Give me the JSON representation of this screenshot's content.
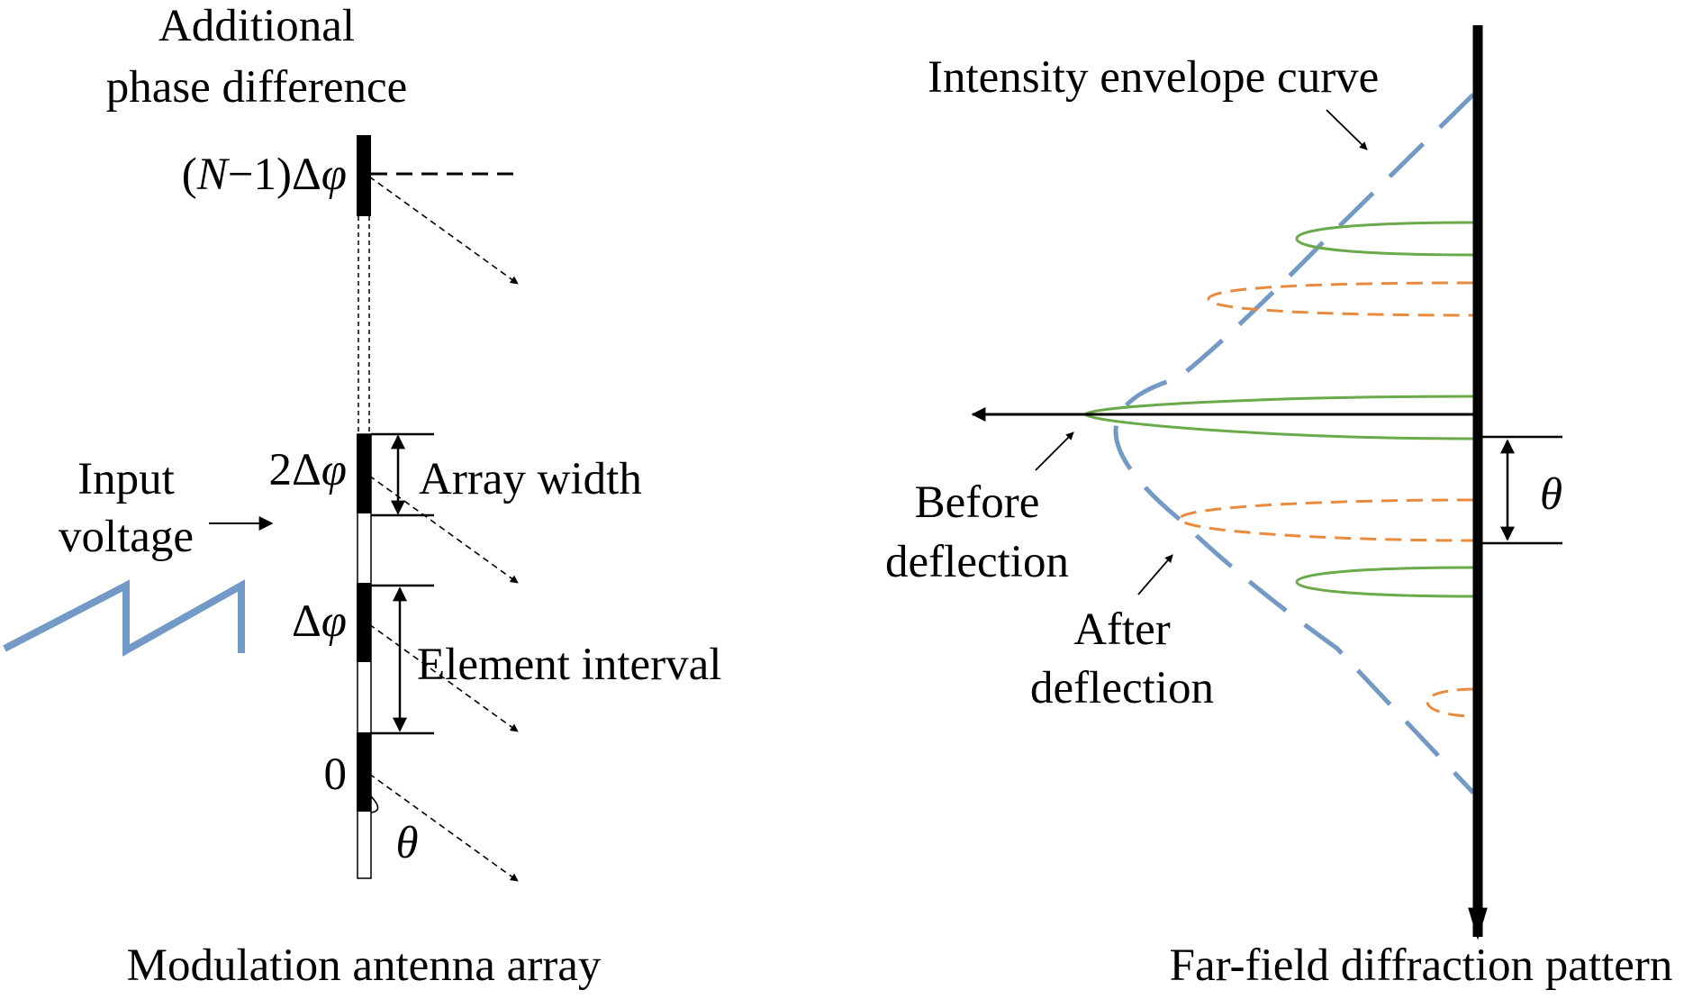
{
  "left_panel": {
    "phase_heading_line1": "Additional",
    "phase_heading_line2": "phase difference",
    "phase_top_open": "(",
    "phase_top_n": "N",
    "phase_top_rest": "−1)Δ",
    "phase_top_phi": "φ",
    "phase_2_prefix": "2Δ",
    "phase_2_phi": "φ",
    "phase_1_prefix": "Δ",
    "phase_1_phi": "φ",
    "phase_0": "0",
    "input_line1": "Input",
    "input_line2": "voltage",
    "array_width_label": "Array width",
    "element_interval_label": "Element interval",
    "theta_symbol": "θ",
    "caption": "Modulation antenna array"
  },
  "right_panel": {
    "envelope_label": "Intensity envelope curve",
    "before_line1": "Before",
    "before_line2": "deflection",
    "after_line1": "After",
    "after_line2": "deflection",
    "theta_symbol": "θ",
    "caption": "Far-field diffraction pattern"
  },
  "colors": {
    "envelope": "#7399c6",
    "before_lobes": "#6aaa4a",
    "after_lobes": "#ea8a3c",
    "ink": "#000000"
  }
}
